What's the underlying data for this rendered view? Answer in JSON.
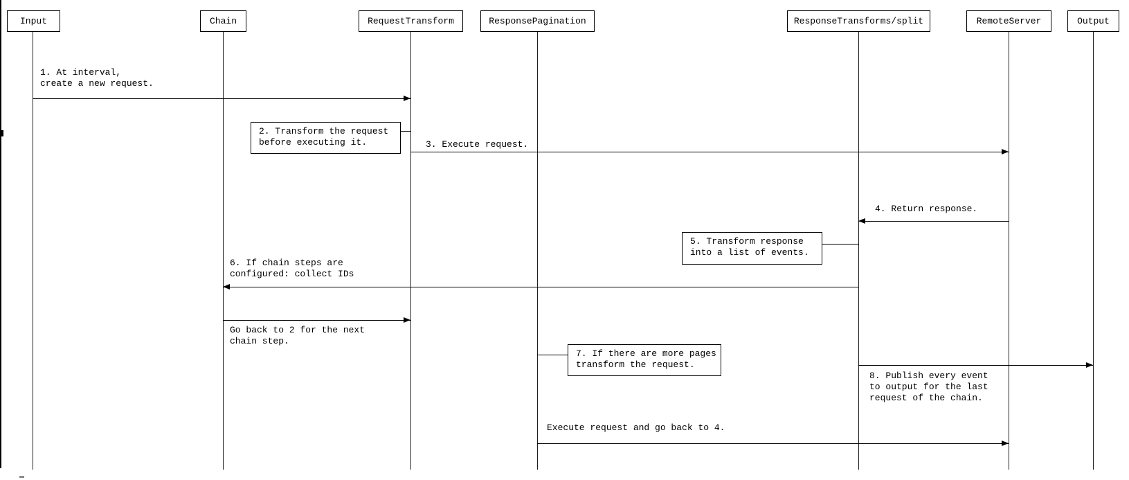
{
  "colors": {
    "background": "#ffffff",
    "line": "#000000",
    "text": "#000000"
  },
  "participants": [
    {
      "label": "Input"
    },
    {
      "label": "Chain"
    },
    {
      "label": "RequestTransform"
    },
    {
      "label": "ResponsePagination"
    },
    {
      "label": "ResponseTransforms/split"
    },
    {
      "label": "RemoteServer"
    },
    {
      "label": "Output"
    }
  ],
  "messages": [
    {
      "step": "1",
      "from": "Input",
      "to": "RequestTransform",
      "direction": "right",
      "lines": [
        "1. At interval,",
        "create a new request."
      ]
    },
    {
      "step": "3",
      "from": "RequestTransform",
      "to": "RemoteServer",
      "direction": "right",
      "lines": [
        "3. Execute request."
      ]
    },
    {
      "step": "4",
      "from": "RemoteServer",
      "to": "ResponseTransforms/split",
      "direction": "left",
      "lines": [
        "4. Return response."
      ]
    },
    {
      "step": "6",
      "from": "ResponseTransforms/split",
      "to": "Chain",
      "direction": "left",
      "lines": [
        "6. If chain steps are",
        "configured: collect IDs"
      ]
    },
    {
      "step": "",
      "from": "Chain",
      "to": "RequestTransform",
      "direction": "right",
      "lines": [
        "Go back to 2 for the next",
        "chain step."
      ]
    },
    {
      "step": "8",
      "from": "ResponseTransforms/split",
      "to": "Output",
      "direction": "right",
      "lines": [
        "8. Publish every event",
        "to output for the last",
        "request of the chain."
      ]
    },
    {
      "step": "",
      "from": "ResponsePagination",
      "to": "RemoteServer",
      "direction": "right",
      "lines": [
        "Execute request and go back to 4."
      ]
    }
  ],
  "notes": [
    {
      "step": "2",
      "attached_to": "RequestTransform",
      "lines": [
        "2. Transform the request",
        "before executing it."
      ]
    },
    {
      "step": "5",
      "attached_to": "ResponseTransforms/split",
      "lines": [
        "5. Transform response",
        "into a list of events."
      ]
    },
    {
      "step": "7",
      "attached_to": "ResponsePagination",
      "lines": [
        "7. If there are more pages",
        "transform the request."
      ]
    }
  ]
}
